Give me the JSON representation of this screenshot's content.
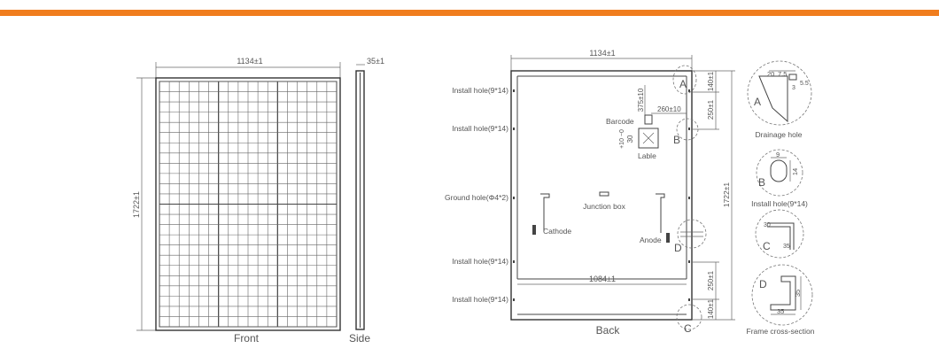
{
  "header": {
    "accent_color": "#f07d1e"
  },
  "front": {
    "width_label": "1134±1",
    "height_label": "1722±1",
    "caption": "Front"
  },
  "side": {
    "thickness_label": "35±1",
    "caption": "Side"
  },
  "back": {
    "caption": "Back",
    "width_label": "1134±1",
    "height_label": "1722±1",
    "inner_width_label": "1084±1",
    "install_hole_label": "Install hole(9*14)",
    "ground_hole_label": "Ground hole(Φ4*2)",
    "junction_box_label": "Junction box",
    "cathode_label": "Cathode",
    "anode_label": "Anode",
    "barcode_label": "Barcode",
    "lable_label": "Lable",
    "dim_375": "375±10",
    "dim_260": "260±10",
    "dim_30": "30",
    "dim_30_tol": "+10 −0",
    "dim_140_top": "140±1",
    "dim_250_top": "250±1",
    "dim_250_bottom": "250±1",
    "dim_140_bottom": "140±1",
    "marker_a": "A",
    "marker_b": "B",
    "marker_c": "C",
    "marker_d": "D"
  },
  "details": {
    "a": {
      "letter": "A",
      "caption": "Drainage hole",
      "dim1": "20",
      "dim2": "7.5",
      "dim3": "5.5",
      "dim4": "3"
    },
    "b": {
      "letter": "B",
      "caption": "Install hole(9*14)",
      "dim1": "9",
      "dim2": "14"
    },
    "c": {
      "letter": "C",
      "dim1": "30",
      "dim2": "35"
    },
    "d": {
      "letter": "D",
      "caption": "Frame cross-section",
      "dim1": "35",
      "dim2": "35"
    }
  }
}
